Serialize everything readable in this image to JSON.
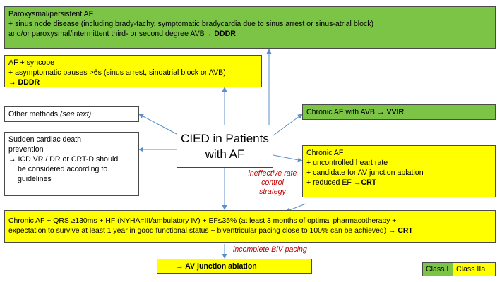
{
  "boxes": {
    "paroxysmal": {
      "l1": "Paroxysmal/persistent AF",
      "l2": "+ sinus node disease (including brady-tachy, symptomatic bradycardia due to sinus arrest or sinus-atrial block)",
      "l3": "and/or paroxysmal/intermittent third- or second degree AVB",
      "arrow": "→ ",
      "mode": "DDDR"
    },
    "syncope": {
      "l1": "AF + syncope",
      "l2": "+ asymptomatic pauses >6s (sinus arrest, sinoatrial block or AVB)",
      "arrow": "→ ",
      "mode": "DDDR"
    },
    "other": {
      "text": "Other methods ",
      "ref": "(see text)"
    },
    "scd": {
      "l1": "Sudden cardiac death",
      "l2": "prevention",
      "l3": "→  ICD VR / DR or CRT-D should",
      "l4": "be considered according to",
      "l5": "guidelines"
    },
    "chronic_avb": {
      "text": "Chronic AF with AVB ",
      "arrow": "→ ",
      "mode": "VVIR"
    },
    "chronic_crt": {
      "l1": "Chronic AF",
      "l2": "+ uncontrolled heart rate",
      "l3": "+ candidate for AV junction ablation",
      "l4": "+ reduced EF ",
      "arrow": "→",
      "mode": "CRT"
    },
    "qrs": {
      "l1": "Chronic AF + QRS ≥130ms + HF (NYHA=III/ambulatory IV) + EF≤35% (at least 3 months of optimal pharmacotherapy +",
      "l2": "expectation to survive at least 1 year in good functional status + biventricular pacing close to 100% can be achieved) ",
      "arrow": "→ ",
      "mode": "CRT"
    },
    "avj": {
      "arrow": "→ ",
      "text": "AV junction ablation"
    }
  },
  "center": {
    "l1": "CIED in Patients",
    "l2": "with AF"
  },
  "notes": {
    "ineffective": [
      "ineffective rate",
      "control",
      "strategy"
    ],
    "incomplete": "incomplete BiV pacing"
  },
  "legend": {
    "class1": "Class I",
    "class2a": "Class IIa"
  },
  "colors": {
    "class1": "#7cc446",
    "class2a": "#ffff00",
    "arrow": "#5b8fc9",
    "note": "#c00000"
  }
}
